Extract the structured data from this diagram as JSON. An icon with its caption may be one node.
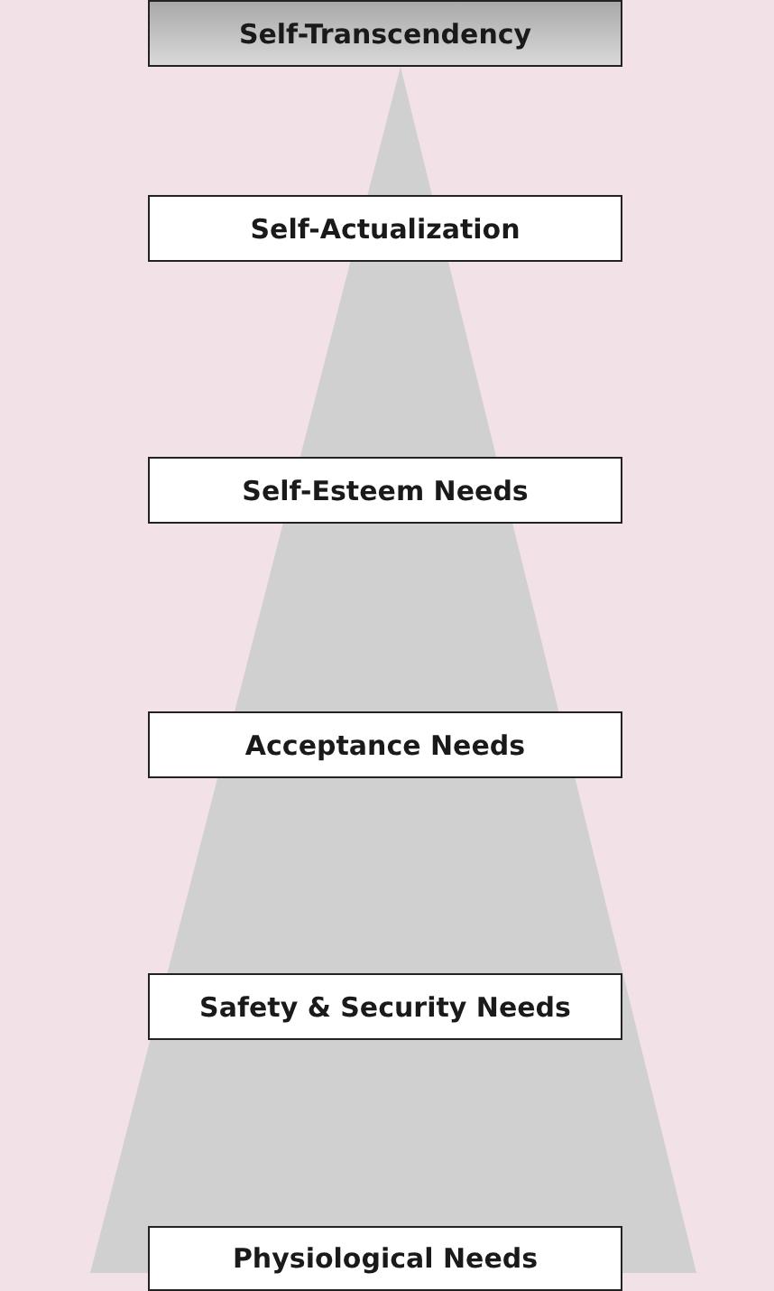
{
  "diagram": {
    "nodes": [
      {
        "text": [
          "Self-Transcendency"
        ]
      },
      {
        "text": [
          "Self-Actualization"
        ]
      },
      {
        "text": [
          "Self-Esteem Needs"
        ]
      },
      {
        "text": [
          "Acceptance Needs"
        ]
      },
      {
        "text": [
          "Safety & Security Needs"
        ]
      },
      {
        "text": [
          "Physiological Needs"
        ]
      }
    ]
  }
}
